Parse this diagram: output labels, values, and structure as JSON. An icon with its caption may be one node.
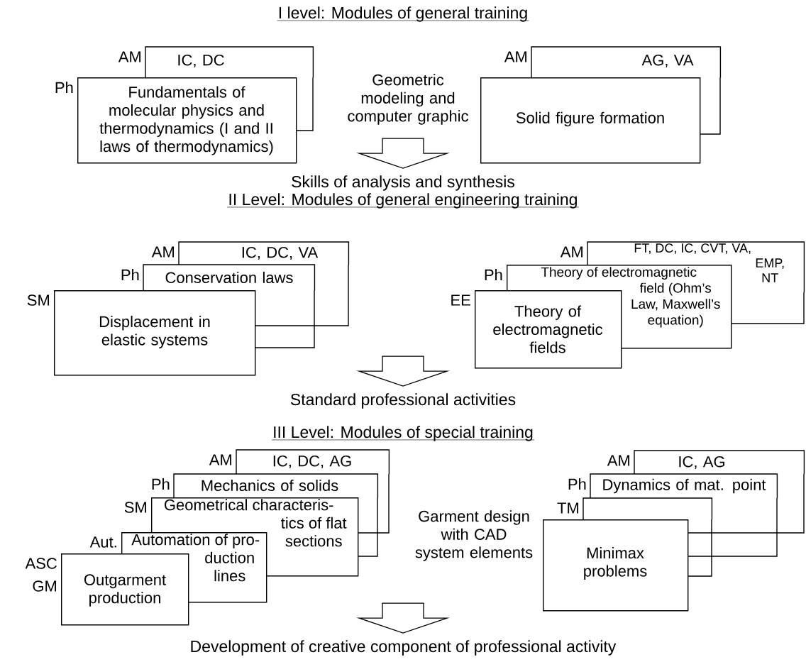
{
  "diagram": {
    "nodes": [
      {
        "text": [
          "IC, DC"
        ],
        "beside": [
          "AM"
        ]
      },
      {
        "text": [
          "Fundamentals of molecular physics and thermodynamics (I and II laws of thermodynamics)"
        ],
        "beside": [
          "Ph"
        ]
      },
      {
        "text": [
          "AG, VA"
        ],
        "beside": [
          "AM"
        ]
      },
      {
        "text": [
          "Solid figure formation"
        ]
      },
      {
        "text": [
          "Skills of analysis and synthesis"
        ]
      },
      {
        "text": [
          "IC, DC, VA"
        ],
        "beside": [
          "AM"
        ]
      },
      {
        "text": [
          "Conservation laws"
        ],
        "beside": [
          "Ph"
        ]
      },
      {
        "text": [
          "Displacement in elastic systems"
        ],
        "beside": [
          "SM"
        ]
      },
      {
        "text": [
          "FT, DC, IC, CVT, VA, EMP, NT"
        ],
        "beside": [
          "AM"
        ]
      },
      {
        "text": [
          "Theory of electromagnetic field (Ohm’s Law, Maxwell’s equation)"
        ],
        "beside": [
          "Ph"
        ]
      },
      {
        "text": [
          "Theory of electromagnetic fields"
        ],
        "beside": [
          "EE"
        ]
      },
      {
        "text": [
          "Standard professional activities"
        ]
      },
      {
        "text": [
          "IC, DC, AG"
        ],
        "beside": [
          "AM"
        ]
      },
      {
        "text": [
          "Mechanics of solids"
        ],
        "beside": [
          "Ph"
        ]
      },
      {
        "text": [
          "Geometrical characteris-tics of flat sections"
        ],
        "beside": [
          "SM"
        ]
      },
      {
        "text": [
          "Automation of pro-duction lines"
        ],
        "beside": [
          "Aut."
        ]
      },
      {
        "text": [
          "Outgarment production"
        ],
        "beside": [
          "ASC",
          "GM"
        ]
      },
      {
        "text": [
          "IC, AG"
        ],
        "beside": [
          "AM"
        ]
      },
      {
        "text": [
          "Dynamics of mat. point"
        ],
        "beside": [
          "Ph"
        ]
      },
      {
        "text": [],
        "shape": "box",
        "beside": [
          "TM"
        ]
      },
      {
        "text": [
          "Minimax problems"
        ]
      },
      {
        "text": [
          "Development of creative component of professional activity"
        ]
      }
    ],
    "edges": [
      {
        "from": null,
        "to": 4,
        "arrow": "to"
      },
      {
        "from": null,
        "to": 11,
        "arrow": "to"
      },
      {
        "from": null,
        "to": 21,
        "arrow": "to"
      }
    ],
    "labels": [
      "I level: Modules of general training",
      "Geometric modeling and computer graphic",
      "II Level: Modules of general engineering training",
      "III Level: Modules of special training",
      "Garment design with CAD system elements"
    ]
  }
}
